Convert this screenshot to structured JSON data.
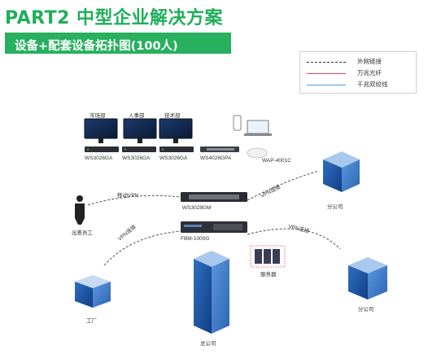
{
  "header": {
    "title": "PART2 中型企业解决方案",
    "subtitle": "设备+配套设备拓扑图(100人)"
  },
  "legend": {
    "items": [
      {
        "label": "外网链接",
        "color": "#333333",
        "style": "dashed"
      },
      {
        "label": "万兆光纤",
        "color": "#e8424f",
        "style": "solid"
      },
      {
        "label": "千兆双绞线",
        "color": "#4a9ee0",
        "style": "solid"
      }
    ]
  },
  "departments": [
    "市场部",
    "人事部",
    "技术部"
  ],
  "devices": {
    "switch_1": "WS3026GA",
    "switch_2": "WS3026GA",
    "switch_3": "WS3026GA",
    "poe_switch": "WS4026GPA",
    "ap": "WAP-4001C",
    "core_switch": "WS3028GM",
    "firewall": "FBM-1000G",
    "server": "服务器"
  },
  "sites": {
    "branch_1": "分公司",
    "branch_2": "分公司",
    "hq": "总公司",
    "factory": "工厂",
    "traveler": "出差员工"
  },
  "vpn_labels": {
    "traveler": "移动VPN",
    "factory": "VPN连接",
    "branch_1": "VPN连接",
    "branch_2": "VPN连接"
  }
}
